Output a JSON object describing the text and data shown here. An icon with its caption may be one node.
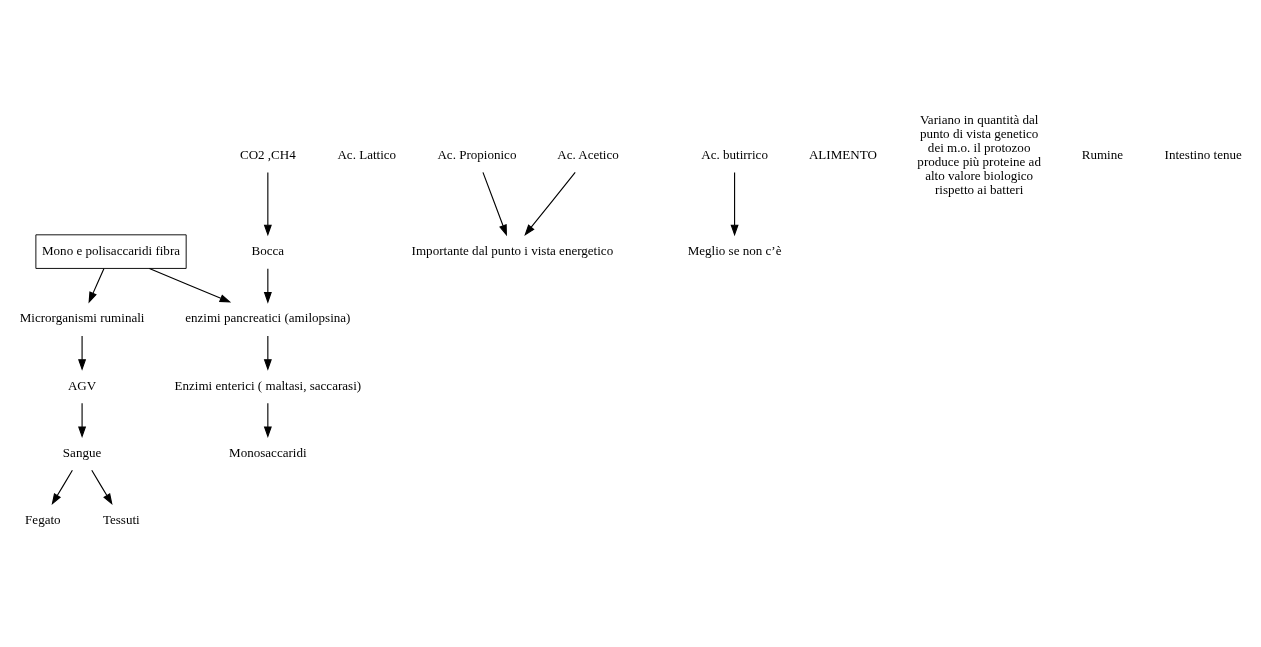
{
  "diagram": {
    "nodes": [
      {
        "text": [
          "Mono e polisaccaridi fibra"
        ]
      },
      {
        "text": [
          "Microrganismi ruminali"
        ]
      },
      {
        "text": [
          "AGV"
        ]
      },
      {
        "text": [
          "Bocca"
        ]
      },
      {
        "text": [
          "CO2 ,CH4"
        ]
      },
      {
        "text": [
          "Sangue"
        ]
      },
      {
        "text": [
          "Fegato"
        ]
      },
      {
        "text": [
          "Tessuti"
        ]
      },
      {
        "text": [
          "enzimi pancreatici (amilopsina)"
        ]
      },
      {
        "text": [
          "Enzimi enterici ( maltasi, saccarasi)"
        ]
      },
      {
        "text": [
          "Monosaccaridi"
        ]
      },
      {
        "text": [
          "Ac. Lattico"
        ]
      },
      {
        "text": [
          "Ac. Propionico"
        ]
      },
      {
        "text": [
          "Ac. Acetico"
        ]
      },
      {
        "text": [
          "Ac. butirrico"
        ]
      },
      {
        "text": [
          "Importante dal punto i vista energetico"
        ]
      },
      {
        "text": [
          "Meglio se non c’è"
        ]
      }
    ],
    "edges": [
      {
        "from": 0,
        "to": 1,
        "arrow": "to"
      },
      {
        "from": 0,
        "to": 8,
        "arrow": "to"
      },
      {
        "from": 3,
        "to": 8,
        "arrow": "to"
      },
      {
        "from": 4,
        "to": 3,
        "arrow": "to"
      },
      {
        "from": 1,
        "to": 2,
        "arrow": "to"
      },
      {
        "from": 2,
        "to": 5,
        "arrow": "to"
      },
      {
        "from": 5,
        "to": 6,
        "arrow": "to"
      },
      {
        "from": 5,
        "to": 7,
        "arrow": "to"
      },
      {
        "from": 8,
        "to": 9,
        "arrow": "to"
      },
      {
        "from": 9,
        "to": 10,
        "arrow": "to"
      },
      {
        "from": 12,
        "to": 15,
        "arrow": "to"
      },
      {
        "from": 13,
        "to": 15,
        "arrow": "to"
      },
      {
        "from": 14,
        "to": 16,
        "arrow": "to"
      }
    ],
    "labels": [
      "ALIMENTO",
      "Variano in quantità dal punto di vista genetico dei m.o. il protozoo produce più proteine ad alto valore biologico rispetto ai batteri",
      "Rumine",
      "Intestino tenue"
    ]
  }
}
